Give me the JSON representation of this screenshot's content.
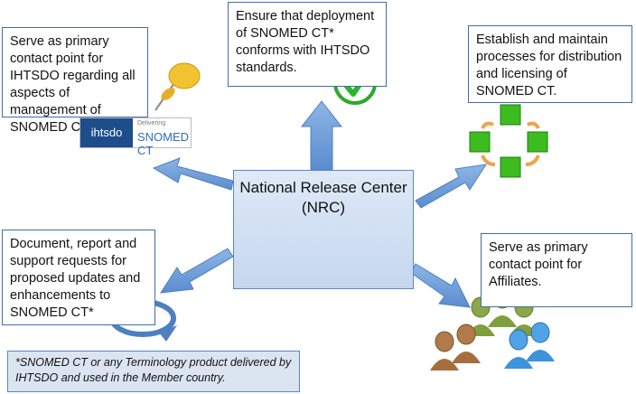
{
  "center": {
    "title": "National Release Center",
    "subtitle": "(NRC)"
  },
  "boxes": {
    "top_left": "Serve as primary contact point for IHTSDO regarding all aspects of management of SNOMED CT*.",
    "top_center": "Ensure that deployment of SNOMED CT* conforms with IHTSDO standards.",
    "top_right": "Establish and maintain processes for distribution and licensing of SNOMED CT.",
    "bottom_left": "Document, report and support requests for proposed updates and enhancements to SNOMED CT*",
    "bottom_right": "Serve as primary contact point for Affiliates."
  },
  "footnote": "*SNOMED CT or any Terminology product delivered by IHTSDO and used in the Member country.",
  "logo": {
    "left": "ihtsdo",
    "small": "Delivering",
    "right": "SNOMED CT"
  },
  "colors": {
    "arrow": "#6f9fd8",
    "box_border": "#3f6fa8",
    "center_fill": "#cfdcf0",
    "check": "#2bb52b",
    "cube": "#3cbc1e",
    "cycle_arrow": "#f1a24a"
  },
  "icons": [
    "pushpin-icon",
    "checkmark-icon",
    "process-cycle-icon",
    "people-group-icon",
    "refresh-cycle-icon",
    "affiliates-group-icon"
  ]
}
